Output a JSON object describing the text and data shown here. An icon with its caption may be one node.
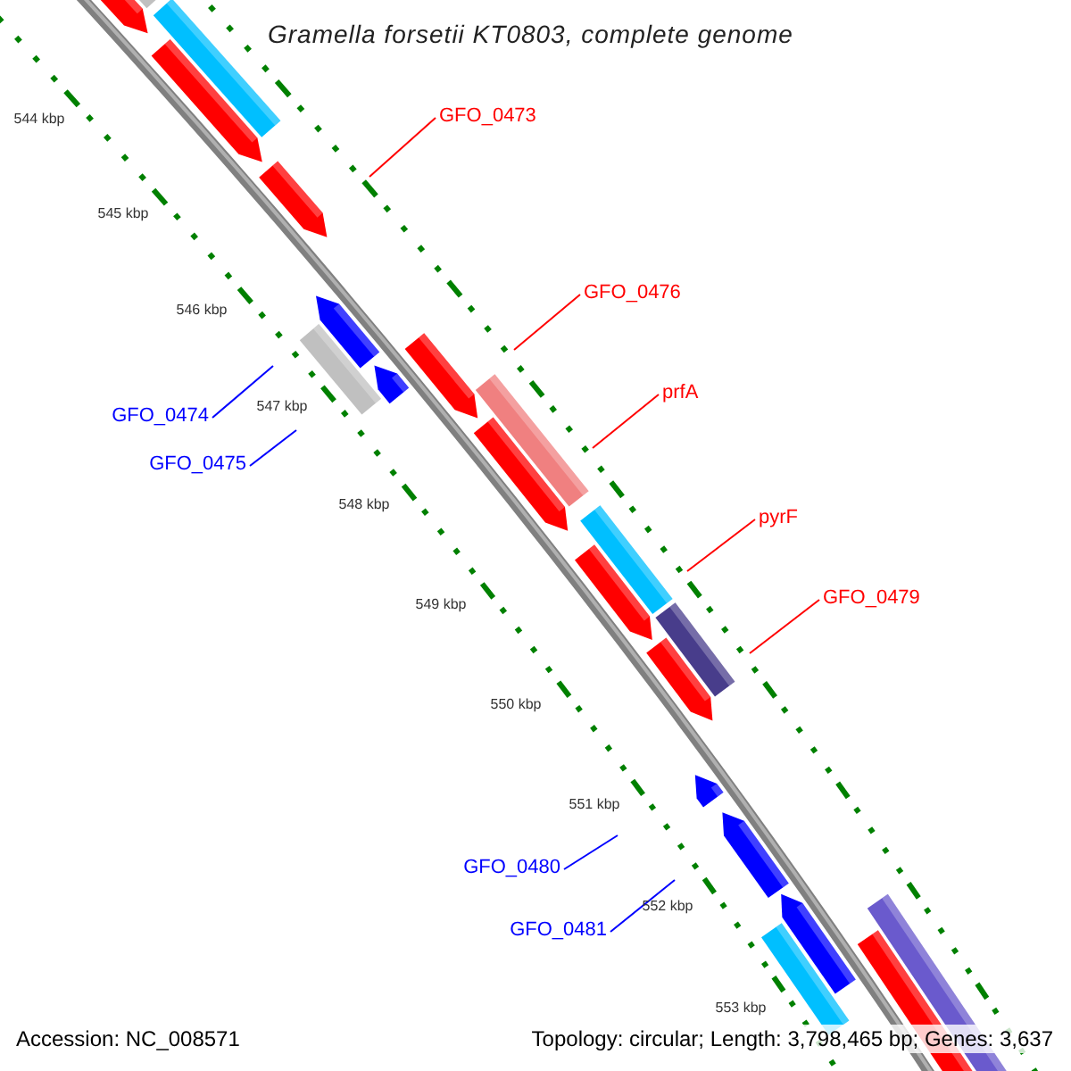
{
  "diagram": {
    "title": "Gramella forsetii KT0803, complete genome",
    "nodes": [
      {
        "text": [
          "GFO_0473"
        ]
      },
      {
        "text": [
          "GFO_0474"
        ]
      },
      {
        "text": [
          "GFO_0475"
        ]
      },
      {
        "text": [
          "GFO_0476"
        ]
      },
      {
        "text": [
          "prfA"
        ]
      },
      {
        "text": [
          "pyrF"
        ]
      },
      {
        "text": [
          "GFO_0479"
        ]
      },
      {
        "text": [
          "GFO_0480"
        ]
      },
      {
        "text": [
          "GFO_0481"
        ]
      }
    ],
    "edges": [
      {
        "from": 0,
        "to": null,
        "arrow": "none"
      },
      {
        "from": 1,
        "to": null,
        "arrow": "none",
        "color": "#0000ff"
      },
      {
        "from": 2,
        "to": null,
        "arrow": "none",
        "color": "#0000ff"
      },
      {
        "from": 3,
        "to": null,
        "arrow": "none"
      },
      {
        "from": 4,
        "to": null,
        "arrow": "none"
      },
      {
        "from": 5,
        "to": null,
        "arrow": "none"
      },
      {
        "from": 6,
        "to": null,
        "arrow": "none"
      },
      {
        "from": 7,
        "to": null,
        "arrow": "none",
        "color": "#0000ff"
      },
      {
        "from": 8,
        "to": null,
        "arrow": "none",
        "color": "#0000ff"
      }
    ],
    "labels": [
      "544 kbp",
      "545 kbp",
      "546 kbp",
      "547 kbp",
      "548 kbp",
      "549 kbp",
      "550 kbp",
      "551 kbp",
      "552 kbp",
      "553 kbp",
      "Accession: NC_008571",
      "Topology: circular; Length: 3,798,465 bp; Genes: 3,637"
    ]
  }
}
